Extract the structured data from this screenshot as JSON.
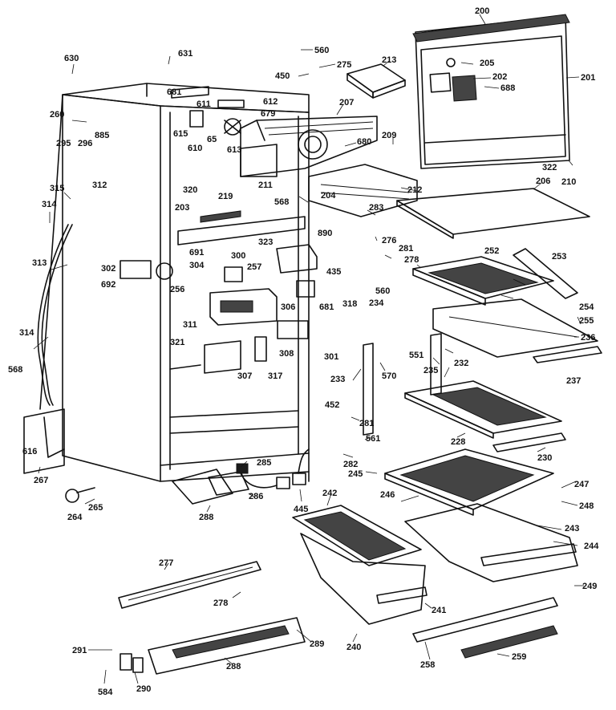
{
  "labels": [
    {
      "id": "200",
      "text": "200"
    },
    {
      "id": "205",
      "text": "205"
    },
    {
      "id": "202",
      "text": "202"
    },
    {
      "id": "688",
      "text": "688"
    },
    {
      "id": "201",
      "text": "201"
    },
    {
      "id": "560a",
      "text": "560"
    },
    {
      "id": "275",
      "text": "275"
    },
    {
      "id": "450",
      "text": "450"
    },
    {
      "id": "213",
      "text": "213"
    },
    {
      "id": "630",
      "text": "630"
    },
    {
      "id": "631",
      "text": "631"
    },
    {
      "id": "611",
      "text": "611"
    },
    {
      "id": "612",
      "text": "612"
    },
    {
      "id": "679",
      "text": "679"
    },
    {
      "id": "681a",
      "text": "681"
    },
    {
      "id": "207",
      "text": "207"
    },
    {
      "id": "260",
      "text": "260"
    },
    {
      "id": "885",
      "text": "885"
    },
    {
      "id": "296",
      "text": "296"
    },
    {
      "id": "295",
      "text": "295"
    },
    {
      "id": "615",
      "text": "615"
    },
    {
      "id": "610",
      "text": "610"
    },
    {
      "id": "65",
      "text": "65"
    },
    {
      "id": "613",
      "text": "613"
    },
    {
      "id": "680",
      "text": "680"
    },
    {
      "id": "209",
      "text": "209"
    },
    {
      "id": "322",
      "text": "322"
    },
    {
      "id": "315",
      "text": "315"
    },
    {
      "id": "312",
      "text": "312"
    },
    {
      "id": "320",
      "text": "320"
    },
    {
      "id": "211",
      "text": "211"
    },
    {
      "id": "212",
      "text": "212"
    },
    {
      "id": "206",
      "text": "206"
    },
    {
      "id": "210",
      "text": "210"
    },
    {
      "id": "314a",
      "text": "314"
    },
    {
      "id": "219",
      "text": "219"
    },
    {
      "id": "568a",
      "text": "568"
    },
    {
      "id": "204",
      "text": "204"
    },
    {
      "id": "203",
      "text": "203"
    },
    {
      "id": "283",
      "text": "283"
    },
    {
      "id": "890",
      "text": "890"
    },
    {
      "id": "276",
      "text": "276"
    },
    {
      "id": "281a",
      "text": "281"
    },
    {
      "id": "691",
      "text": "691"
    },
    {
      "id": "323",
      "text": "323"
    },
    {
      "id": "313",
      "text": "313"
    },
    {
      "id": "302",
      "text": "302"
    },
    {
      "id": "304",
      "text": "304"
    },
    {
      "id": "300",
      "text": "300"
    },
    {
      "id": "257",
      "text": "257"
    },
    {
      "id": "278a",
      "text": "278"
    },
    {
      "id": "252",
      "text": "252"
    },
    {
      "id": "253",
      "text": "253"
    },
    {
      "id": "692",
      "text": "692"
    },
    {
      "id": "256",
      "text": "256"
    },
    {
      "id": "435",
      "text": "435"
    },
    {
      "id": "560b",
      "text": "560"
    },
    {
      "id": "234",
      "text": "234"
    },
    {
      "id": "306",
      "text": "306"
    },
    {
      "id": "681b",
      "text": "681"
    },
    {
      "id": "318",
      "text": "318"
    },
    {
      "id": "254",
      "text": "254"
    },
    {
      "id": "255",
      "text": "255"
    },
    {
      "id": "311",
      "text": "311"
    },
    {
      "id": "236",
      "text": "236"
    },
    {
      "id": "314b",
      "text": "314"
    },
    {
      "id": "321",
      "text": "321"
    },
    {
      "id": "308",
      "text": "308"
    },
    {
      "id": "301",
      "text": "301"
    },
    {
      "id": "551",
      "text": "551"
    },
    {
      "id": "232",
      "text": "232"
    },
    {
      "id": "568b",
      "text": "568"
    },
    {
      "id": "307",
      "text": "307"
    },
    {
      "id": "317",
      "text": "317"
    },
    {
      "id": "233",
      "text": "233"
    },
    {
      "id": "570",
      "text": "570"
    },
    {
      "id": "235",
      "text": "235"
    },
    {
      "id": "237",
      "text": "237"
    },
    {
      "id": "452",
      "text": "452"
    },
    {
      "id": "281b",
      "text": "281"
    },
    {
      "id": "228",
      "text": "228"
    },
    {
      "id": "561",
      "text": "561"
    },
    {
      "id": "230",
      "text": "230"
    },
    {
      "id": "616",
      "text": "616"
    },
    {
      "id": "285",
      "text": "285"
    },
    {
      "id": "282",
      "text": "282"
    },
    {
      "id": "245",
      "text": "245"
    },
    {
      "id": "267",
      "text": "267"
    },
    {
      "id": "265",
      "text": "265"
    },
    {
      "id": "286",
      "text": "286"
    },
    {
      "id": "445",
      "text": "445"
    },
    {
      "id": "242",
      "text": "242"
    },
    {
      "id": "246",
      "text": "246"
    },
    {
      "id": "247",
      "text": "247"
    },
    {
      "id": "264",
      "text": "264"
    },
    {
      "id": "288a",
      "text": "288"
    },
    {
      "id": "248",
      "text": "248"
    },
    {
      "id": "243",
      "text": "243"
    },
    {
      "id": "244",
      "text": "244"
    },
    {
      "id": "277",
      "text": "277"
    },
    {
      "id": "278b",
      "text": "278"
    },
    {
      "id": "241",
      "text": "241"
    },
    {
      "id": "249",
      "text": "249"
    },
    {
      "id": "289",
      "text": "289"
    },
    {
      "id": "291",
      "text": "291"
    },
    {
      "id": "240",
      "text": "240"
    },
    {
      "id": "258",
      "text": "258"
    },
    {
      "id": "259",
      "text": "259"
    },
    {
      "id": "288b",
      "text": "288"
    },
    {
      "id": "584",
      "text": "584"
    },
    {
      "id": "290",
      "text": "290"
    }
  ]
}
